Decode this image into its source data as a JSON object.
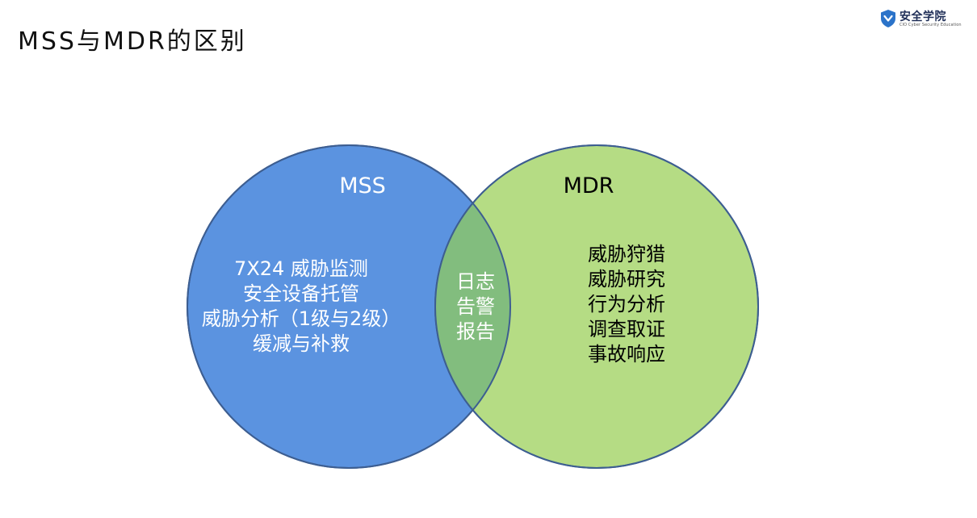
{
  "title": "MSS与MDR的区别",
  "logo": {
    "name": "安全学院",
    "subtitle": "CIO Cyber Security Education",
    "icon": "shield-logo-icon"
  },
  "colors": {
    "left_circle": "#5b93e0",
    "right_circle": "#b5dc84",
    "overlap": "#82bd7e",
    "stroke": "#3d5e91",
    "left_text": "#ffffff",
    "overlap_text": "#ffffff",
    "right_text": "#000000"
  },
  "venn": {
    "left": {
      "label": "MSS",
      "items": [
        "7X24 威胁监测",
        "安全设备托管",
        "威胁分析（1级与2级）",
        "缓减与补救"
      ]
    },
    "right": {
      "label": "MDR",
      "items": [
        "威胁狩猎",
        "威胁研究",
        "行为分析",
        "调查取证",
        "事故响应"
      ]
    },
    "overlap": {
      "items": [
        "日志",
        "告警",
        "报告"
      ]
    }
  }
}
